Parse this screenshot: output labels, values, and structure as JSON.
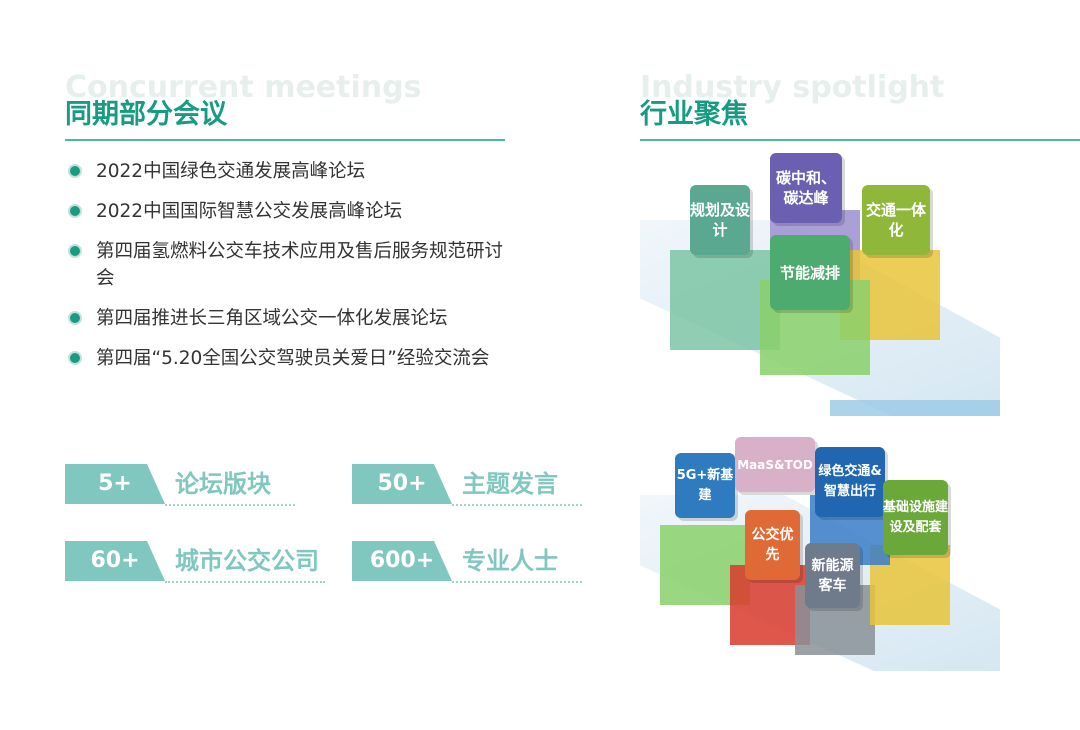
{
  "left": {
    "ghost": "Concurrent meetings",
    "title": "同期部分会议",
    "items": [
      "2022中国绿色交通发展高峰论坛",
      "2022中国国际智慧公交发展高峰论坛",
      "第四届氢燃料公交车技术应用及售后服务规范研讨会",
      "第四届推进长三角区域公交一体化发展论坛",
      "第四届“5.20全国公交驾驶员关爱日”经验交流会"
    ],
    "stats": [
      {
        "value": "5+",
        "label": "论坛版块"
      },
      {
        "value": "50+",
        "label": "主题发言"
      },
      {
        "value": "60+",
        "label": "城市公交公司"
      },
      {
        "value": "600+",
        "label": "专业人士"
      }
    ]
  },
  "right": {
    "ghost": "Industry spotlight",
    "title": "行业聚焦",
    "top_tags": [
      "规划及设计",
      "碳中和、碳达峰",
      "交通一体化",
      "节能减排"
    ],
    "bottom_tags": [
      "5G+新基建",
      "MaaS&TOD",
      "绿色交通&智慧出行",
      "基础设施建设及配套",
      "公交优先",
      "新能源客车"
    ]
  }
}
